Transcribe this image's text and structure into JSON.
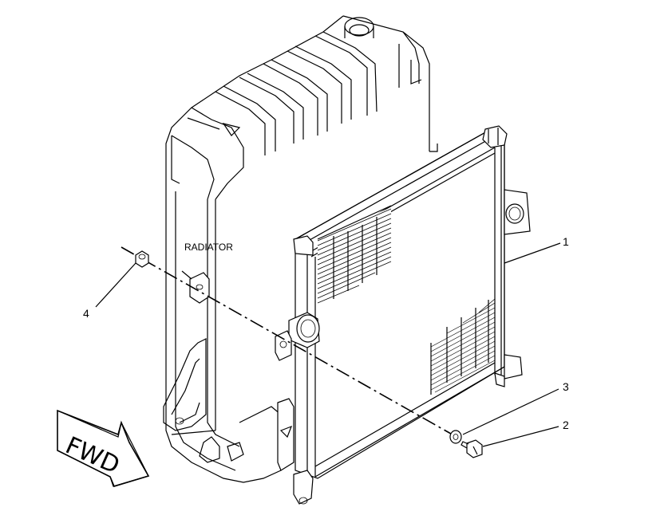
{
  "labels": {
    "radiator": "RADIATOR",
    "fwd": "FWD"
  },
  "callouts": {
    "c1": "1",
    "c2": "2",
    "c3": "3",
    "c4": "4"
  }
}
